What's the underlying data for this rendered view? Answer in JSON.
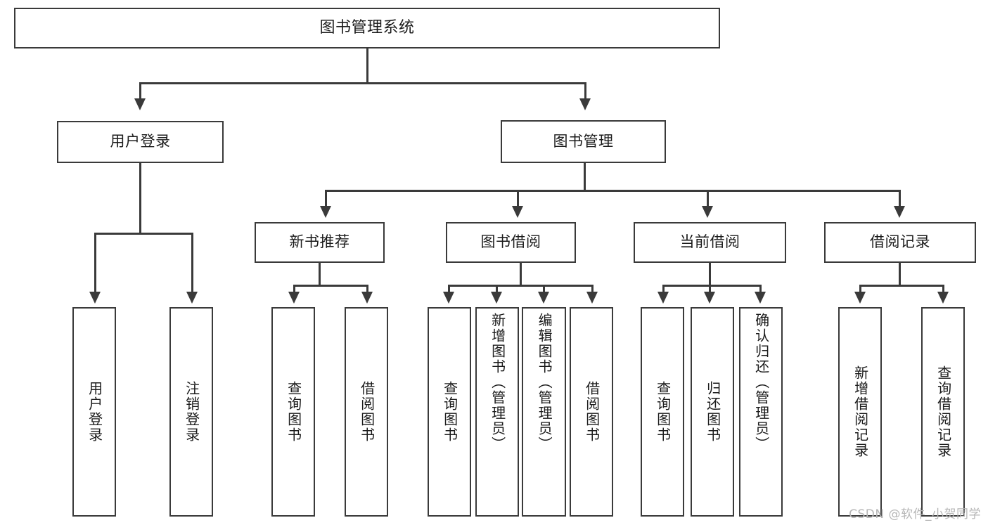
{
  "diagram": {
    "title": "图书管理系统",
    "type": "tree-hierarchy-diagram",
    "root": {
      "label": "图书管理系统"
    },
    "level1": [
      {
        "label": "用户登录"
      },
      {
        "label": "图书管理"
      }
    ],
    "level2": [
      {
        "label": "新书推荐"
      },
      {
        "label": "图书借阅"
      },
      {
        "label": "当前借阅"
      },
      {
        "label": "借阅记录"
      }
    ],
    "leaves": {
      "user_login": [
        {
          "label": "用户登录"
        },
        {
          "label": "注销登录"
        }
      ],
      "new_book_recommend": [
        {
          "label": "查询图书"
        },
        {
          "label": "借阅图书"
        }
      ],
      "book_borrow": [
        {
          "label": "查询图书"
        },
        {
          "label": "新增图书（管理员）"
        },
        {
          "label": "编辑图书（管理员）"
        },
        {
          "label": "借阅图书"
        }
      ],
      "current_borrow": [
        {
          "label": "查询图书"
        },
        {
          "label": "归还图书"
        },
        {
          "label": "确认归还（管理员）"
        }
      ],
      "borrow_record": [
        {
          "label": "新增借阅记录"
        },
        {
          "label": "查询借阅记录"
        }
      ]
    }
  },
  "watermark": {
    "text": "CSDN @软件_小贺同学"
  },
  "colors": {
    "stroke": "#3a3a3a",
    "text": "#1b1b1b",
    "background": "#ffffff",
    "watermark": "#b6b6b6"
  }
}
